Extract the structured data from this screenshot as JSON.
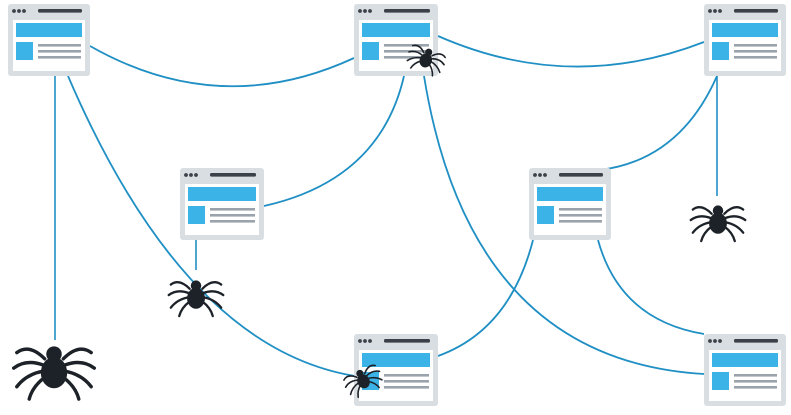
{
  "colors": {
    "background": "#ffffff",
    "link_line": "#1f8fc4",
    "window_frame": "#d9dee2",
    "window_inner": "#ffffff",
    "window_chrome_dots": "#3b4148",
    "window_title_bar": "#3b4148",
    "content_block": "#3cb3e6",
    "text_line": "#9aa3ab",
    "spider": "#1d2228"
  },
  "diagram": {
    "nodes": [
      {
        "id": "page-top-left",
        "icon": "web-page-icon"
      },
      {
        "id": "page-top-center",
        "icon": "web-page-icon"
      },
      {
        "id": "page-top-right",
        "icon": "web-page-icon"
      },
      {
        "id": "page-middle-left",
        "icon": "web-page-icon"
      },
      {
        "id": "page-middle-right",
        "icon": "web-page-icon"
      },
      {
        "id": "page-bottom-center",
        "icon": "web-page-icon"
      },
      {
        "id": "page-bottom-right",
        "icon": "web-page-icon"
      }
    ],
    "links": [
      {
        "from": "page-top-left",
        "to": "page-top-center"
      },
      {
        "from": "page-top-center",
        "to": "page-top-right"
      },
      {
        "from": "page-top-center",
        "to": "page-middle-left"
      },
      {
        "from": "page-top-center",
        "to": "page-bottom-right"
      },
      {
        "from": "page-top-right",
        "to": "page-middle-right"
      },
      {
        "from": "page-top-left",
        "to": "page-bottom-center"
      },
      {
        "from": "page-middle-right",
        "to": "page-bottom-center"
      },
      {
        "from": "page-middle-right",
        "to": "page-bottom-right"
      }
    ],
    "spiders": [
      {
        "id": "spider-large-left",
        "icon": "spider-icon"
      },
      {
        "id": "spider-on-link",
        "icon": "spider-icon"
      },
      {
        "id": "spider-hanging-right",
        "icon": "spider-icon"
      },
      {
        "id": "spider-on-top-center-page",
        "icon": "spider-icon"
      },
      {
        "id": "spider-on-bottom-center-page",
        "icon": "spider-icon"
      }
    ]
  }
}
